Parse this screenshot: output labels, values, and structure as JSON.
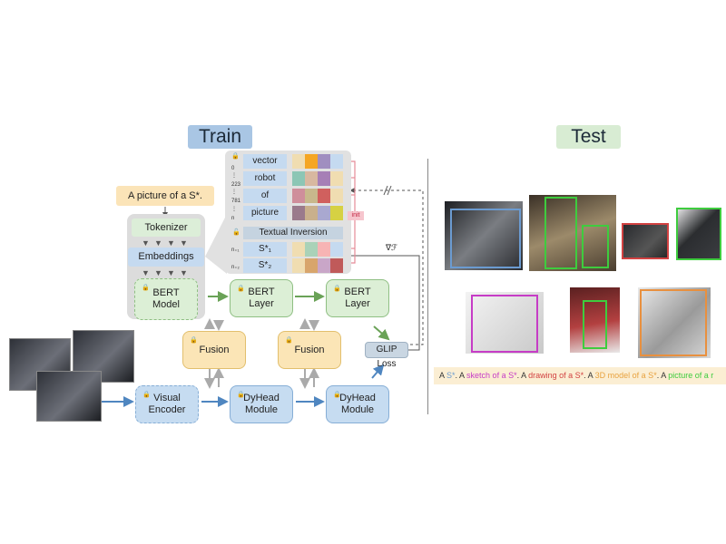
{
  "titles": {
    "train": "Train",
    "test": "Test"
  },
  "train": {
    "prompt": "A picture of a S*.",
    "tokenizer": "Tokenizer",
    "embeddings": "Embeddings",
    "bert_model": "BERT\nModel",
    "bert_layer_1": "BERT\nLayer",
    "bert_layer_2": "BERT\nLayer",
    "fusion_1": "Fusion",
    "fusion_2": "Fusion",
    "visual_encoder": "Visual\nEncoder",
    "dyhead_1": "DyHead\nModule",
    "dyhead_2": "DyHead\nModule",
    "glip_loss": "GLIP Loss",
    "init_tag": "init",
    "gradient": "∇ℱ",
    "vocab": {
      "words": [
        "vector",
        "robot",
        "of",
        "picture"
      ],
      "indices": [
        "0",
        "223",
        "781",
        "n"
      ],
      "dots": [
        "⋮",
        "⋮",
        "⋮"
      ]
    },
    "textual_inversion": {
      "label": "Textual Inversion",
      "tokens": [
        "S*₁",
        "S*₂"
      ],
      "indices": [
        "n₊₁",
        "n₊₂"
      ]
    },
    "embedding_colors": [
      [
        "#f0ddb1",
        "#f5a623",
        "#a08ec0",
        "#c5daf0"
      ],
      [
        "#8cc6b5",
        "#d8b8a0",
        "#a67fb6",
        "#f0ddb1"
      ],
      [
        "#cf8e9b",
        "#c8b88c",
        "#d0605e",
        "#f0ddb1"
      ],
      [
        "#9a7a8c",
        "#c9b08c",
        "#a9a8d0",
        "#d6d143"
      ],
      [
        "#f0ddb1",
        "#aad2b8",
        "#f7b4b4",
        "#c5daf0"
      ],
      [
        "#f0ddb1",
        "#d8a56c",
        "#c9a6c8",
        "#c05a5a"
      ]
    ]
  },
  "test": {
    "box_colors": [
      "#6b9bd1",
      "#3ecc3e",
      "#3ecc3e",
      "#d24242",
      "#3ecc3e",
      "#c63cc6",
      "#3ecc3e",
      "#e8903f"
    ],
    "caption": [
      {
        "text": "A ",
        "color": "#333333"
      },
      {
        "text": "S*",
        "color": "#6b9bd1"
      },
      {
        "text": ". A ",
        "color": "#333333"
      },
      {
        "text": "sketch of a S*",
        "color": "#c63cc6"
      },
      {
        "text": ". A ",
        "color": "#333333"
      },
      {
        "text": "drawing of a S*",
        "color": "#d24242"
      },
      {
        "text": ". A ",
        "color": "#333333"
      },
      {
        "text": "3D model of a S*",
        "color": "#e8a23f"
      },
      {
        "text": ". A ",
        "color": "#333333"
      },
      {
        "text": "picture of a r",
        "color": "#3ecc3e"
      }
    ]
  }
}
